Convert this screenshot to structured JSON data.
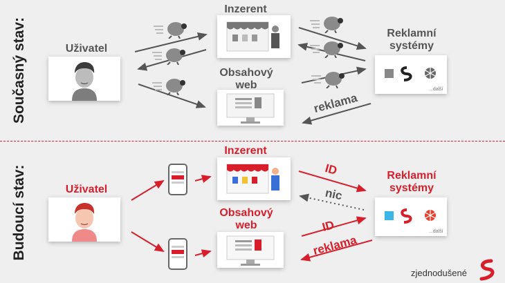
{
  "current": {
    "side_label": "Současný stav:",
    "user_label": "Uživatel",
    "advertiser_label": "Inzerent",
    "content_web_label": "Obsahový web",
    "ad_systems_label": "Reklamní systémy",
    "ad_label": "reklama",
    "more_label": "...další",
    "accent": "#555555"
  },
  "future": {
    "side_label": "Budoucí stav:",
    "user_label": "Uživatel",
    "advertiser_label": "Inzerent",
    "content_web_label": "Obsahový web",
    "ad_systems_label": "Reklamní systémy",
    "id_label_top": "ID",
    "nic_label": "nic",
    "id_label_bottom": "ID",
    "ad_label": "reklama",
    "more_label": "...další",
    "accent": "#d81e2b"
  },
  "footer": {
    "text": "zjednodušené"
  }
}
